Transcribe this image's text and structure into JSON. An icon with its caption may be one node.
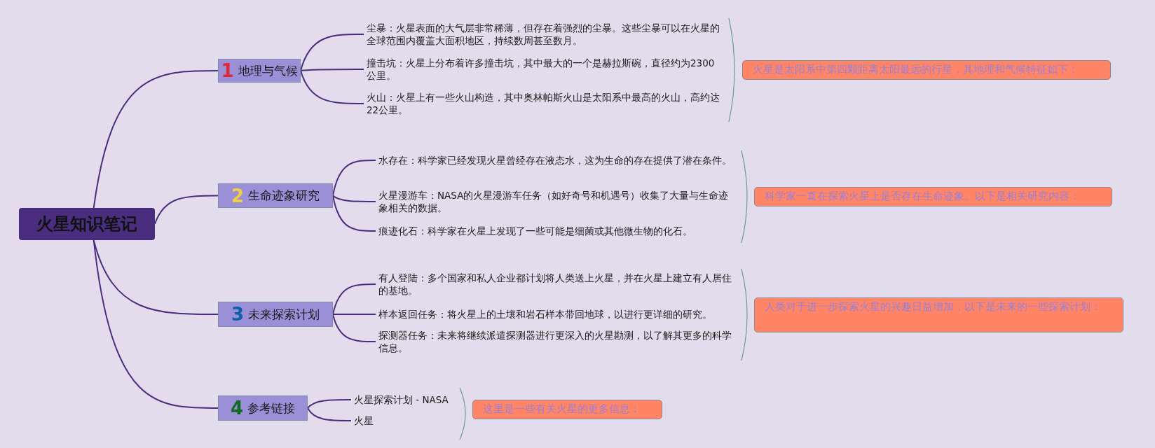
{
  "diagram": {
    "nodes": [
      {
        "text": [
          "火星知识笔记"
        ]
      },
      {
        "text": [
          "1",
          "地理与气候"
        ]
      },
      {
        "text": [
          "尘暴：火星表面的大气层非常稀薄，但存在着强烈的尘暴。这些尘暴可以在火星的全球范围内覆盖大面积地区，持续数周甚至数月。"
        ]
      },
      {
        "text": [
          "撞击坑：火星上分布着许多撞击坑，其中最大的一个是赫拉斯碗，直径约为2300公里。"
        ]
      },
      {
        "text": [
          "火山：火星上有一些火山构造，其中奥林帕斯火山是太阳系中最高的火山，高约达22公里。"
        ]
      },
      {
        "text": [
          "火星是太阳系中第四颗距离太阳最远的行星，其地理和气候特征如下："
        ]
      },
      {
        "text": [
          "2",
          "生命迹象研究"
        ]
      },
      {
        "text": [
          "水存在：科学家已经发现火星曾经存在液态水，这为生命的存在提供了潜在条件。"
        ]
      },
      {
        "text": [
          "火星漫游车：NASA的火星漫游车任务（如好奇号和机遇号）收集了大量与生命迹象相关的数据。"
        ]
      },
      {
        "text": [
          "痕迹化石：科学家在火星上发现了一些可能是细菌或其他微生物的化石。"
        ]
      },
      {
        "text": [
          "科学家一直在探索火星上是否存在生命迹象。以下是相关研究内容："
        ]
      },
      {
        "text": [
          "3",
          "未来探索计划"
        ]
      },
      {
        "text": [
          "有人登陆：多个国家和私人企业都计划将人类送上火星，并在火星上建立有人居住的基地。"
        ]
      },
      {
        "text": [
          "样本返回任务：将火星上的土壤和岩石样本带回地球，以进行更详细的研究。"
        ]
      },
      {
        "text": [
          "探测器任务：未来将继续派遣探测器进行更深入的火星勘测，以了解其更多的科学信息。"
        ]
      },
      {
        "text": [
          "人类对于进一步探索火星的兴趣日益增加，以下是未来的一些探索计划："
        ]
      },
      {
        "text": [
          "4",
          "参考链接"
        ]
      },
      {
        "text": [
          "火星探索计划 - NASA"
        ]
      },
      {
        "text": [
          "火星"
        ]
      },
      {
        "text": [
          "这里是一些有关火星的更多信息："
        ]
      }
    ],
    "edges": [
      {
        "from": 0,
        "to": 1,
        "arrow": "none"
      },
      {
        "from": 1,
        "to": 2,
        "arrow": "none"
      },
      {
        "from": 1,
        "to": 3,
        "arrow": "none"
      },
      {
        "from": 1,
        "to": 4,
        "arrow": "none"
      },
      {
        "from": 0,
        "to": 6,
        "arrow": "none"
      },
      {
        "from": 6,
        "to": 7,
        "arrow": "none"
      },
      {
        "from": 6,
        "to": 8,
        "arrow": "none"
      },
      {
        "from": 6,
        "to": 9,
        "arrow": "none"
      },
      {
        "from": 0,
        "to": 11,
        "arrow": "none"
      },
      {
        "from": 11,
        "to": 12,
        "arrow": "none"
      },
      {
        "from": 11,
        "to": 13,
        "arrow": "none"
      },
      {
        "from": 11,
        "to": 14,
        "arrow": "none"
      },
      {
        "from": 0,
        "to": 16,
        "arrow": "none"
      },
      {
        "from": 16,
        "to": 17,
        "arrow": "none"
      },
      {
        "from": 16,
        "to": 18,
        "arrow": "none"
      }
    ]
  }
}
